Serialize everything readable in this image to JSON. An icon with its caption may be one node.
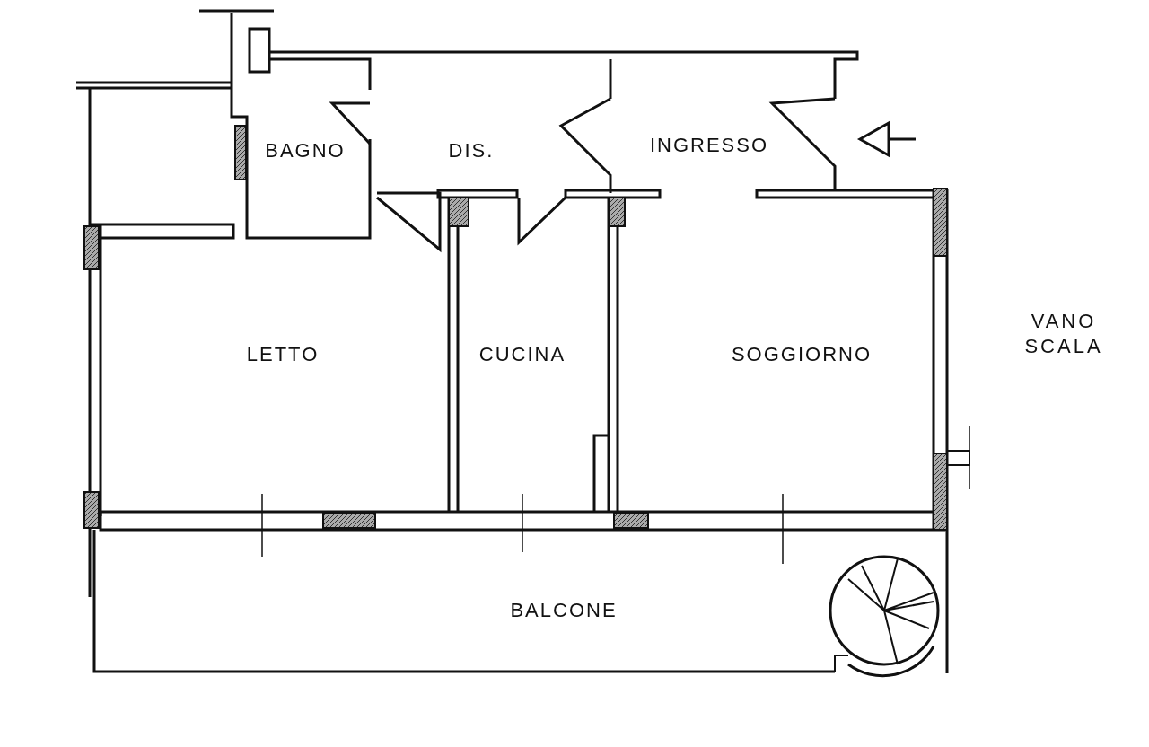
{
  "diagram": {
    "nodes": [
      {
        "text": [
          "BAGNO"
        ]
      },
      {
        "text": [
          "DIS."
        ]
      },
      {
        "text": [
          "INGRESSO"
        ]
      },
      {
        "text": [
          "LETTO"
        ]
      },
      {
        "text": [
          "CUCINA"
        ]
      },
      {
        "text": [
          "SOGGIORNO"
        ]
      },
      {
        "text": [
          "BALCONE"
        ]
      }
    ],
    "labels": [
      "VANO SCALA"
    ]
  }
}
